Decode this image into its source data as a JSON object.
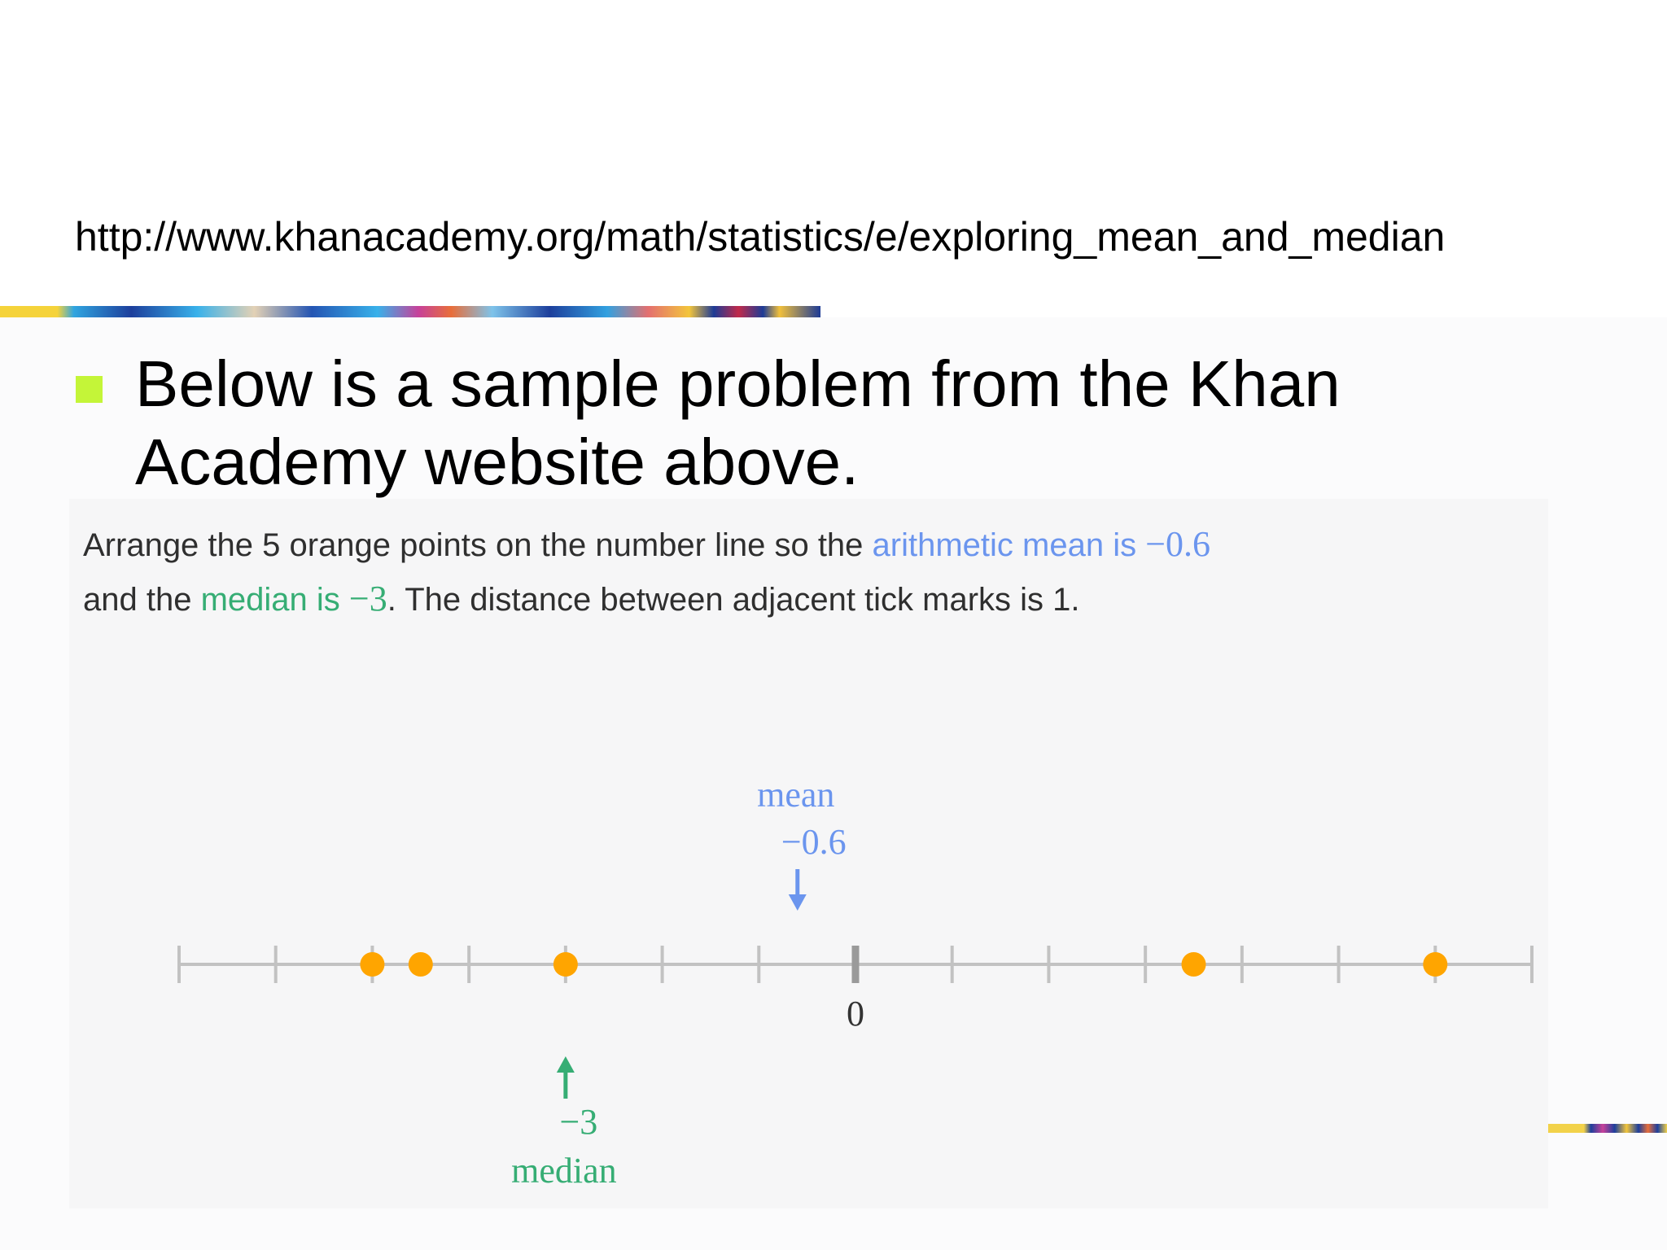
{
  "slide": {
    "url": "http://www.khanacademy.org/math/statistics/e/exploring_mean_and_median",
    "bullet": "Below is a sample problem from the Khan Academy website above."
  },
  "problem": {
    "part1": "Arrange the 5 orange points on the number line so the ",
    "mean_phrase": "arithmetic mean is ",
    "mean_value": "−0.6",
    "line2_start": "and the ",
    "median_phrase": "median is ",
    "median_value": "−3",
    "part2": ". The distance between adjacent tick marks is 1."
  },
  "numberline": {
    "min": -7,
    "max": 7,
    "tick_step": 1,
    "tick_labels": [
      "0"
    ],
    "points": [
      -5,
      -4.5,
      -3,
      3.5,
      6
    ],
    "mean": {
      "label": "mean",
      "value_text": "−0.6",
      "value": -0.6
    },
    "median": {
      "label": "median",
      "value_text": "−3",
      "value": -3
    },
    "colors": {
      "axis": "#c2c2c2",
      "zero_tick": "#9a9a9a",
      "point": "#ffa500",
      "mean": "#6b95ee",
      "median": "#36ad74",
      "label": "#333333"
    }
  }
}
